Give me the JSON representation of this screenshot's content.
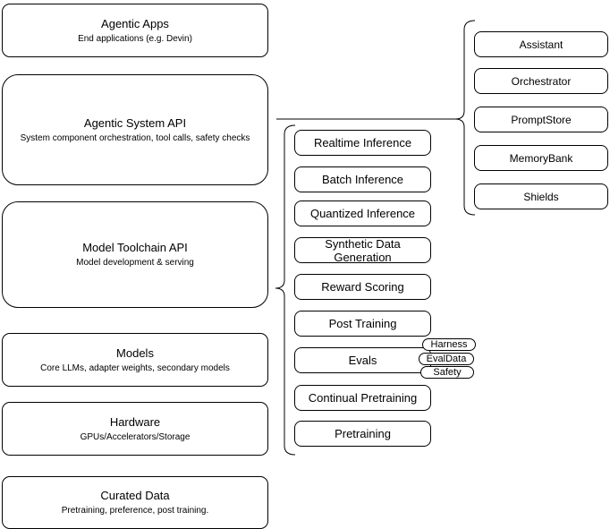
{
  "diagram": {
    "stack": [
      {
        "title": "Agentic Apps",
        "subtitle": "End applications (e.g. Devin)"
      },
      {
        "title": "Agentic System API",
        "subtitle": "System component orchestration, tool calls, safety checks"
      },
      {
        "title": "Model Toolchain API",
        "subtitle": "Model development & serving"
      },
      {
        "title": "Models",
        "subtitle": "Core LLMs, adapter weights, secondary models"
      },
      {
        "title": "Hardware",
        "subtitle": "GPUs/Accelerators/Storage"
      },
      {
        "title": "Curated Data",
        "subtitle": "Pretraining, preference, post training."
      }
    ],
    "toolchain": {
      "items": [
        "Realtime Inference",
        "Batch Inference",
        "Quantized Inference",
        "Synthetic Data Generation",
        "Reward Scoring",
        "Post Training",
        "Evals",
        "Continual Pretraining",
        "Pretraining"
      ],
      "evals_tags": [
        "Harness",
        "EvalData",
        "Safety"
      ]
    },
    "system_components": [
      "Assistant",
      "Orchestrator",
      "PromptStore",
      "MemoryBank",
      "Shields"
    ],
    "colors": {
      "stroke": "#000000",
      "fill": "#ffffff",
      "background": "#ffffff",
      "text": "#000000"
    }
  }
}
